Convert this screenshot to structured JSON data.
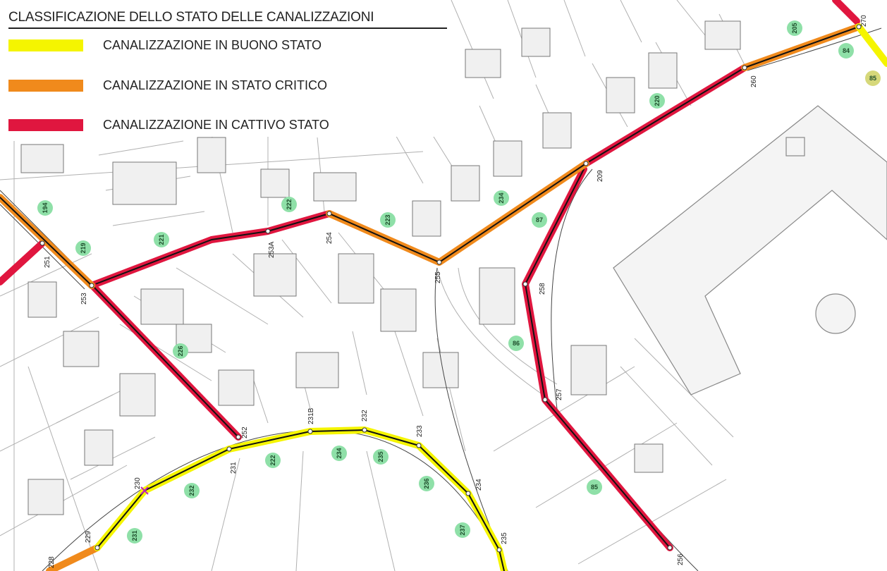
{
  "legend": {
    "title": "CLASSIFICAZIONE DELLO STATO DELLE CANALIZZAZIONI",
    "items": [
      {
        "label": "CANALIZZAZIONE IN BUONO STATO",
        "color": "#f5f500"
      },
      {
        "label": "CANALIZZAZIONE IN STATO CRITICO",
        "color": "#f08a1c"
      },
      {
        "label": "CANALIZZAZIONE IN CATTIVO STATO",
        "color": "#e0163f"
      }
    ]
  },
  "colors": {
    "good": "#f5f500",
    "critical": "#f08a1c",
    "bad": "#e0163f",
    "badge": "#8fe0a8",
    "badge_alt": "#d6d87a"
  },
  "node_labels": [
    "270",
    "260",
    "209",
    "258",
    "257",
    "256",
    "255",
    "254",
    "253A",
    "253",
    "251",
    "252",
    "231B",
    "232",
    "233",
    "234",
    "235",
    "231",
    "230",
    "229",
    "228"
  ],
  "segment_labels": [
    "205",
    "84",
    "85",
    "220",
    "234",
    "223",
    "222",
    "221",
    "219",
    "194",
    "87",
    "86",
    "226",
    "222",
    "234",
    "235",
    "236",
    "237",
    "232",
    "231",
    "85"
  ]
}
